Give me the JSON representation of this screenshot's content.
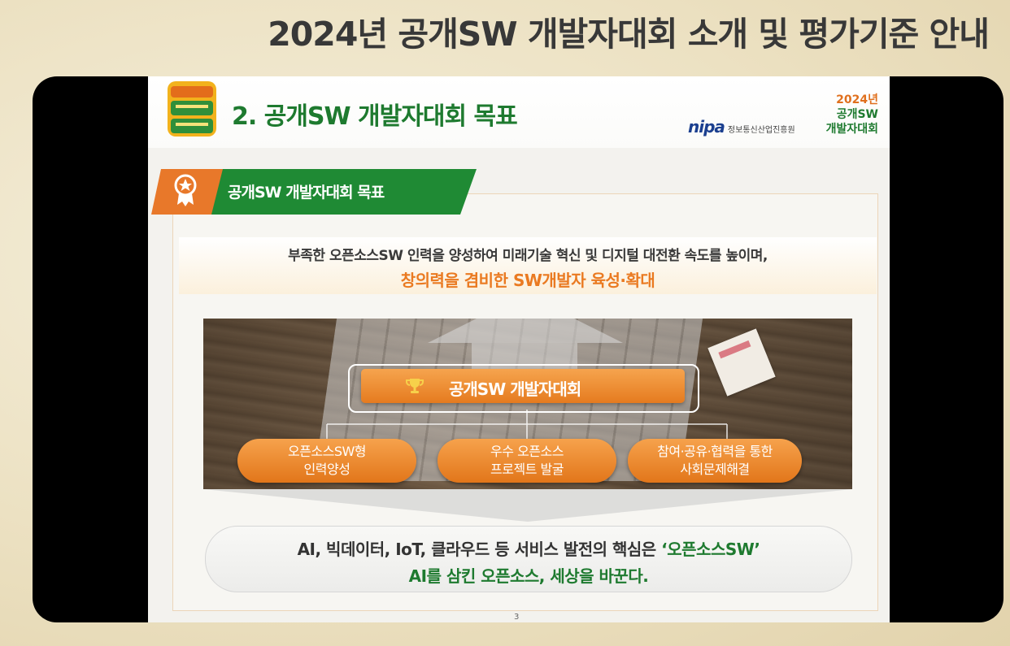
{
  "page_title": "2024년 공개SW 개발자대회 소개 및 평가기준 안내",
  "slide": {
    "title": "2. 공개SW 개발자대회 목표",
    "brand": {
      "year": "2024년",
      "name_line1": "공개SW",
      "name_line2": "개발자대회"
    },
    "nipa": {
      "mark": "nipa",
      "org": "정보통신산업진흥원"
    },
    "section_label": "공개SW 개발자대회 목표",
    "goal": {
      "line1": "부족한 오픈소스SW 인력을 양성하여 미래기술 혁신 및 디지털 대전환 속도를 높이며,",
      "line2": "창의력을 겸비한 SW개발자 육성·확대"
    },
    "center_label": "공개SW 개발자대회",
    "pillars": [
      {
        "line1": "오픈소스SW형",
        "line2": "인력양성"
      },
      {
        "line1": "우수 오픈소스",
        "line2": "프로젝트 발굴"
      },
      {
        "line1": "참여·공유·협력을 통한",
        "line2": "사회문제해결"
      }
    ],
    "summary": {
      "line1_prefix": "AI, 빅데이터, IoT, 클라우드 등 서비스 발전의 핵심은 ",
      "line1_highlight": "‘오픈소스SW’",
      "line2": "AI를 삼킨 오픈소스, 세상을 바꾼다."
    },
    "page_number": "3"
  },
  "colors": {
    "green": "#1e7a2f",
    "orange": "#ea7a21",
    "navy": "#1b3f8f"
  },
  "icons": [
    "award-ribbon-icon",
    "trophy-icon",
    "campaign-logo"
  ]
}
